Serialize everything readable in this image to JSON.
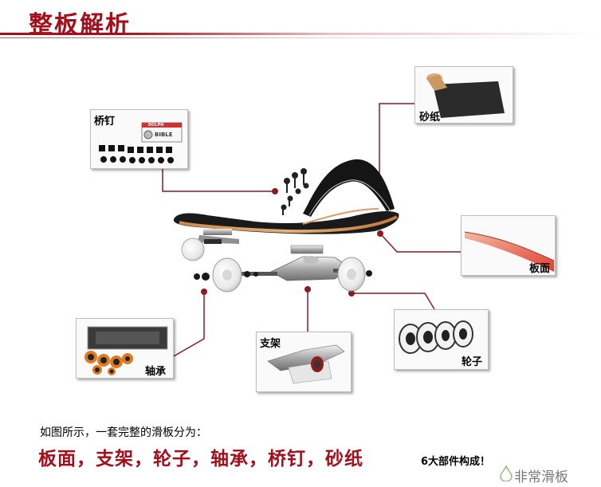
{
  "title": "整板解析",
  "parts": {
    "bolts": "桥钉",
    "griptape": "砂纸",
    "deck": "板面",
    "bearings": "轴承",
    "trucks": "支架",
    "wheels": "轮子"
  },
  "box_text": {
    "bolt_box_brand": "DOLPH",
    "bolt_box_word": "BIBLE"
  },
  "caption": {
    "intro": "如图所示，一套完整的滑板分为：",
    "parts_list": "板面，支架，轮子，轴承，桥钉，砂纸",
    "outro": "6大部件构成！"
  },
  "watermark": "非常滑板",
  "colors": {
    "accent": "#a30f1a",
    "connector": "#8b1a24"
  }
}
